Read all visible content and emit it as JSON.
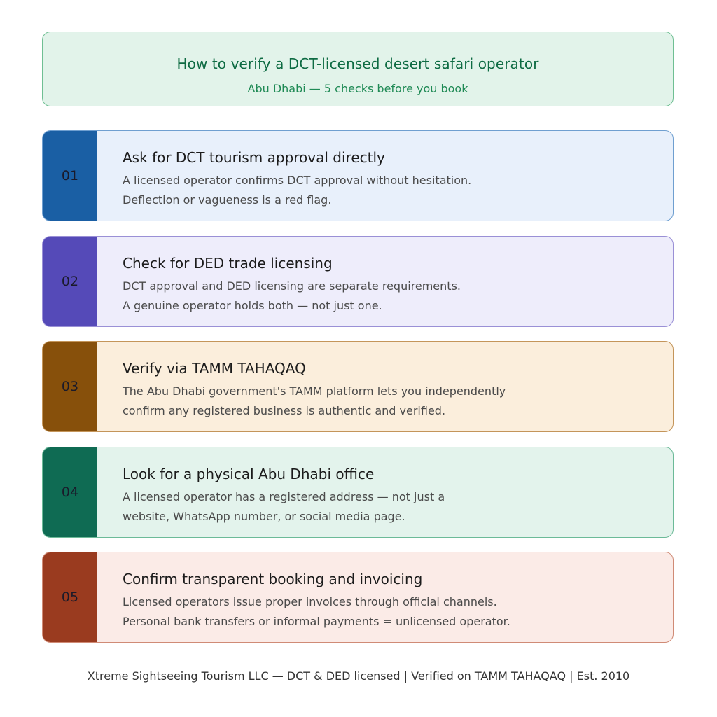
{
  "header": {
    "title": "How to verify a DCT-licensed desert safari operator",
    "subtitle": "Abu Dhabi — 5 checks before you book"
  },
  "steps": [
    {
      "number": "01",
      "title": "Ask for DCT tourism approval directly",
      "line1": "A licensed operator confirms DCT approval without hesitation.",
      "line2": "Deflection or vagueness is a red flag.",
      "accent_color": "#1a5fa4",
      "bg_color": "#e8f0fb",
      "border_color": "#6f9fd0"
    },
    {
      "number": "02",
      "title": "Check for DED trade licensing",
      "line1": "DCT approval and DED licensing are separate requirements.",
      "line2": "A genuine operator holds both — not just one.",
      "accent_color": "#554ab8",
      "bg_color": "#eeedfb",
      "border_color": "#9a90d6"
    },
    {
      "number": "03",
      "title": "Verify via TAMM TAHAQAQ",
      "line1": "The Abu Dhabi government's TAMM platform lets you independently",
      "line2": "confirm any registered business is authentic and verified.",
      "accent_color": "#87500b",
      "bg_color": "#fbeedc",
      "border_color": "#c4955a"
    },
    {
      "number": "04",
      "title": "Look for a physical Abu Dhabi office",
      "line1": "A licensed operator has a registered address — not just a",
      "line2": "website, WhatsApp number, or social media page.",
      "accent_color": "#0f6b53",
      "bg_color": "#e3f3ec",
      "border_color": "#6cba98"
    },
    {
      "number": "05",
      "title": "Confirm transparent booking and invoicing",
      "line1": "Licensed operators issue proper invoices through official channels.",
      "line2": "Personal bank transfers or informal payments = unlicensed operator.",
      "accent_color": "#9a3b1f",
      "bg_color": "#fbebe7",
      "border_color": "#d08b76"
    }
  ],
  "footer": {
    "text": "Xtreme Sightseeing Tourism LLC — DCT & DED licensed | Verified on TAMM TAHAQAQ | Est. 2010"
  }
}
